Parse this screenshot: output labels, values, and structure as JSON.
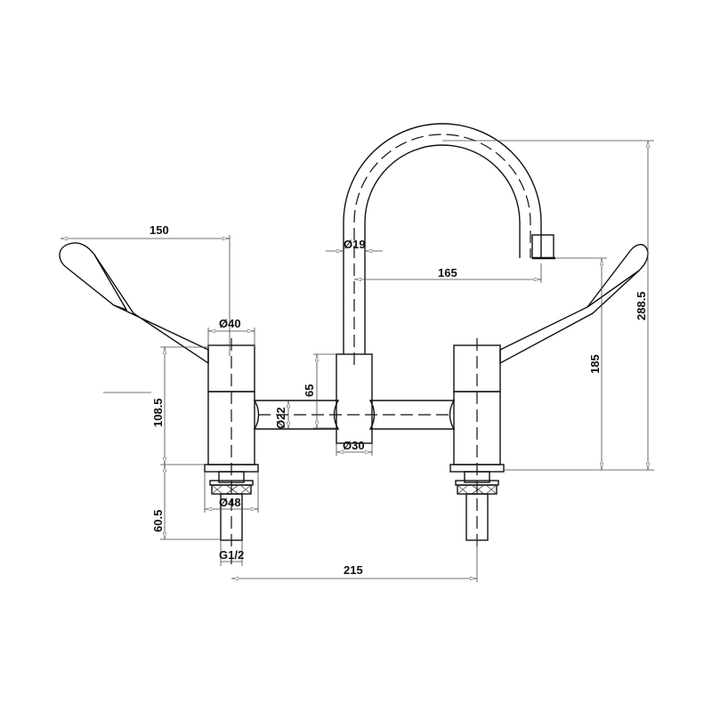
{
  "diagram": {
    "type": "technical-drawing",
    "subject": "bridge mixer tap with lever handles and swan-neck spout",
    "line_color": "#111111",
    "background": "#ffffff",
    "dimensions": {
      "lever_reach": "150",
      "body_diameter": "Ø40",
      "body_height": "108.5",
      "shank_length": "60.5",
      "flange_diameter": "Ø48",
      "thread": "G1/2",
      "bridge_diameter": "Ø22",
      "hub_height": "65",
      "hub_diameter": "Ø30",
      "spout_diameter": "Ø19",
      "spout_reach": "165",
      "spout_outlet_height": "185",
      "overall_height": "288.5",
      "centres": "215"
    }
  }
}
